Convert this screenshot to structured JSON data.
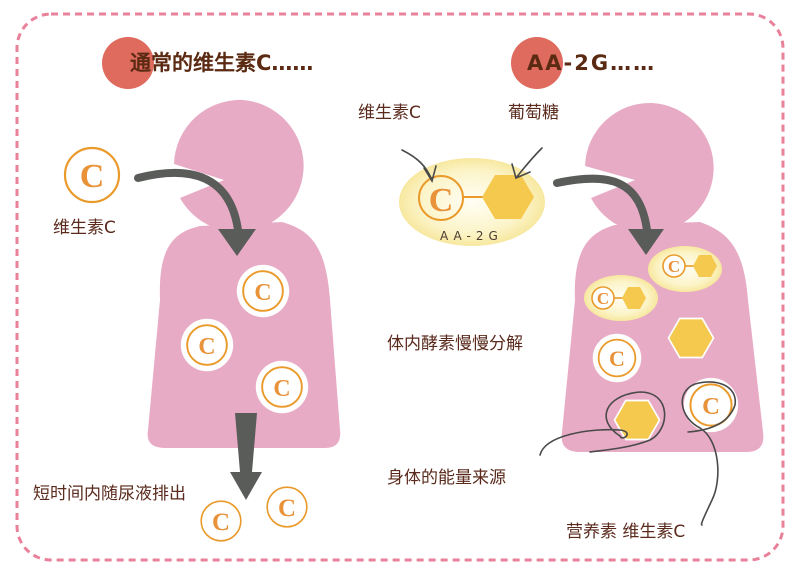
{
  "colors": {
    "frame_border": "#e9819b",
    "title_dot": "#df6a5e",
    "title_text": "#5b2a12",
    "body_pink": "#e8abc5",
    "arrow_gray": "#5a5c5a",
    "vitc_orange": "#ea9a2a",
    "glucose_yellow": "#f5c94e",
    "capsule_fill": "#fbf2c0",
    "label_text": "#5a2a1c"
  },
  "left_panel": {
    "title": "通常的维生素C……",
    "vitamin_c_label": "维生素C",
    "excretion_label": "短时间内随尿液排出",
    "icon_glyph": "C"
  },
  "right_panel": {
    "title": "AA-2G……",
    "vitamin_c_label": "维生素C",
    "glucose_label": "葡萄糖",
    "molecule_label": "AA-2G",
    "enzyme_label": "体内酵素慢慢分解",
    "energy_label": "身体的能量来源",
    "nutrient_label": "营养素 维生素C",
    "icon_glyph": "C"
  }
}
